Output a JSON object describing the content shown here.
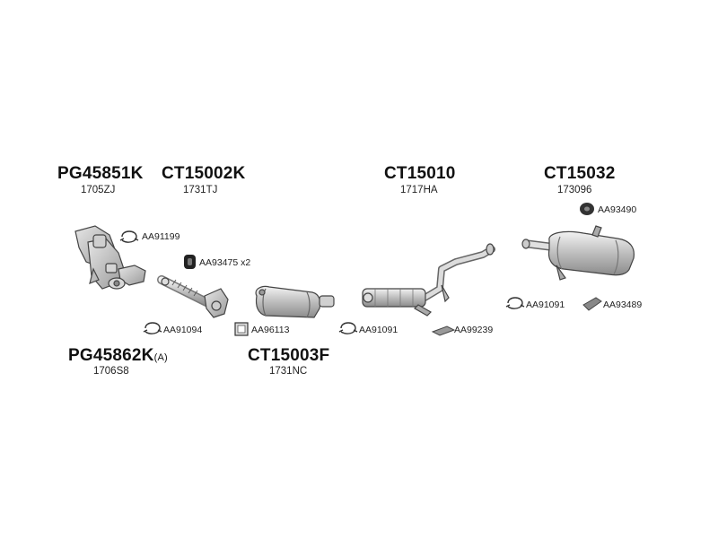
{
  "assemblies": [
    {
      "code": "PG45851K",
      "ref": "1705ZJ"
    },
    {
      "code": "CT15002K",
      "ref": "1731TJ"
    },
    {
      "code": "CT15010",
      "ref": "1717HA"
    },
    {
      "code": "CT15032",
      "ref": "173096"
    },
    {
      "code": "PG45862K",
      "code_suffix": "(A)",
      "ref": "1706S8"
    },
    {
      "code": "CT15003F",
      "ref": "1731NC"
    }
  ],
  "parts": [
    {
      "label": "AA91199",
      "icon": "clamp-icon"
    },
    {
      "label": "AA93475 x2",
      "icon": "rubber-mount-icon"
    },
    {
      "label": "AA91094",
      "icon": "clamp-icon"
    },
    {
      "label": "AA96113",
      "icon": "gasket-icon"
    },
    {
      "label": "AA91091",
      "icon": "clamp-icon"
    },
    {
      "label": "AA99239",
      "icon": "hanger-icon"
    },
    {
      "label": "AA93490",
      "icon": "rubber-ring-icon"
    },
    {
      "label": "AA91091",
      "icon": "clamp-icon"
    },
    {
      "label": "AA93489",
      "icon": "hanger-icon"
    }
  ]
}
